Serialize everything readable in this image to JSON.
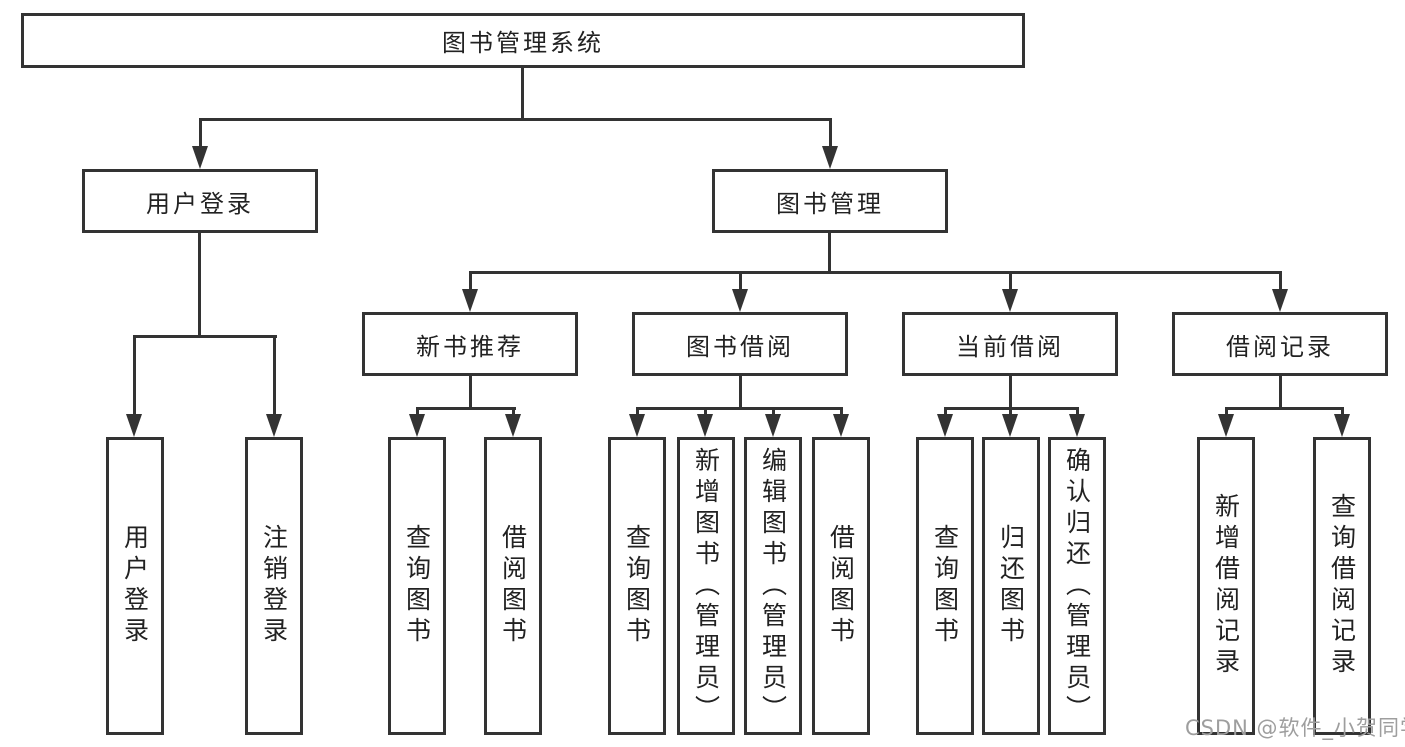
{
  "colors": {
    "line": "#333333",
    "text": "#222222",
    "watermark": "#9e9e9e",
    "background": "#ffffff"
  },
  "watermark": "CSDN @软件_小贺同学",
  "tree": {
    "root": "图书管理系统",
    "level2": [
      "用户登录",
      "图书管理"
    ],
    "level3": [
      "新书推荐",
      "图书借阅",
      "当前借阅",
      "借阅记录"
    ],
    "leaves": {
      "user_login": [
        "用户登录",
        "注销登录"
      ],
      "new_book": [
        "查询图书",
        "借阅图书"
      ],
      "book_borrow": [
        "查询图书",
        "新增图书（管理员）",
        "编辑图书（管理员）",
        "借阅图书"
      ],
      "current_borrow": [
        "查询图书",
        "归还图书",
        "确认归还（管理员）"
      ],
      "borrow_record": [
        "新增借阅记录",
        "查询借阅记录"
      ]
    }
  }
}
